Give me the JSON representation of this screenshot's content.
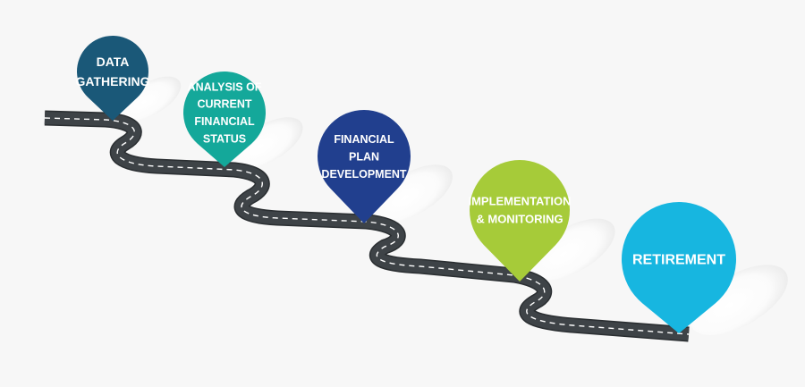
{
  "steps": [
    {
      "lines": [
        "DATA",
        "GATHERING"
      ],
      "color": "#1a5878"
    },
    {
      "lines": [
        "ANALYSIS OF",
        "CURRENT",
        "FINANCIAL",
        "STATUS"
      ],
      "color": "#14a89a"
    },
    {
      "lines": [
        "FINANCIAL",
        "PLAN",
        "DEVELOPMENT"
      ],
      "color": "#213f8e"
    },
    {
      "lines": [
        "IMPLEMENTATION",
        "& MONITORING"
      ],
      "color": "#a6cb39"
    },
    {
      "lines": [
        "RETIREMENT"
      ],
      "color": "#17b6e0"
    }
  ],
  "road_color": "#3e4347"
}
